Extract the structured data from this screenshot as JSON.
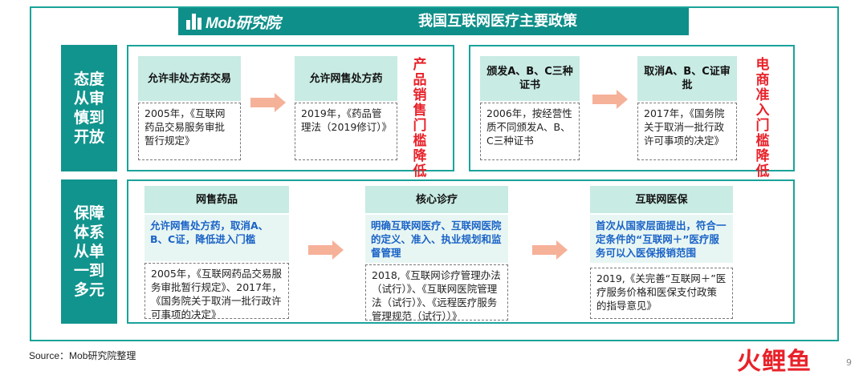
{
  "header": {
    "logo_text": "Mob研究院",
    "title": "我国互联网医疗主要政策"
  },
  "sections": [
    {
      "label": "态度从审慎到开放",
      "groups": [
        {
          "side_note": "产品销售门槛降低",
          "cards": [
            {
              "title": "允许非处方药交易",
              "text": "2005年，《互联网药品交易服务审批暂行规定》"
            },
            {
              "title": "允许网售处方药",
              "text": "2019年，《药品管理法（2019修订）》"
            }
          ]
        },
        {
          "side_note": "电商准入门槛降低",
          "cards": [
            {
              "title": "颁发A、B、C三种证书",
              "text": "2006年，按经营性质不同颁发A、B、C三种证书"
            },
            {
              "title": "取消A、B、C证审批",
              "text": "2017年，《国务院关于取消一批行政许可事项的决定》"
            }
          ]
        }
      ]
    },
    {
      "label": "保障体系从单一到多元",
      "cards": [
        {
          "title": "网售药品",
          "highlight": "允许网售处方药，取消A、B、C证，降低进入门槛",
          "text": "2005年，《互联网药品交易服务审批暂行规定》、2017年，《国务院关于取消一批行政许可事项的决定》"
        },
        {
          "title": "核心诊疗",
          "highlight": "明确互联网医疗、互联网医院的定义、准入、执业规划和监督管理",
          "text": "2018,《互联网诊疗管理办法（试行）》、《互联网医院管理法（试行）》、《远程医疗服务管理规范（试行））》"
        },
        {
          "title": "互联网医保",
          "highlight": "首次从国家层面提出，符合一定条件的“互联网＋”医疗服务可以入医保报销范围",
          "text": "2019,《关完善“互联网＋”医疗服务价格和医保支付政策的指导意见》"
        }
      ]
    }
  ],
  "footer": {
    "source": "Source：Mob研究院整理",
    "page_number": "9",
    "brand": "火鲤鱼"
  },
  "colors": {
    "teal": "#11948d",
    "card_title_bg": "#c8ebe3",
    "arrow": "#f6b199",
    "emphasis_red": "#e8222a",
    "highlight_blue": "#1a63c7"
  }
}
